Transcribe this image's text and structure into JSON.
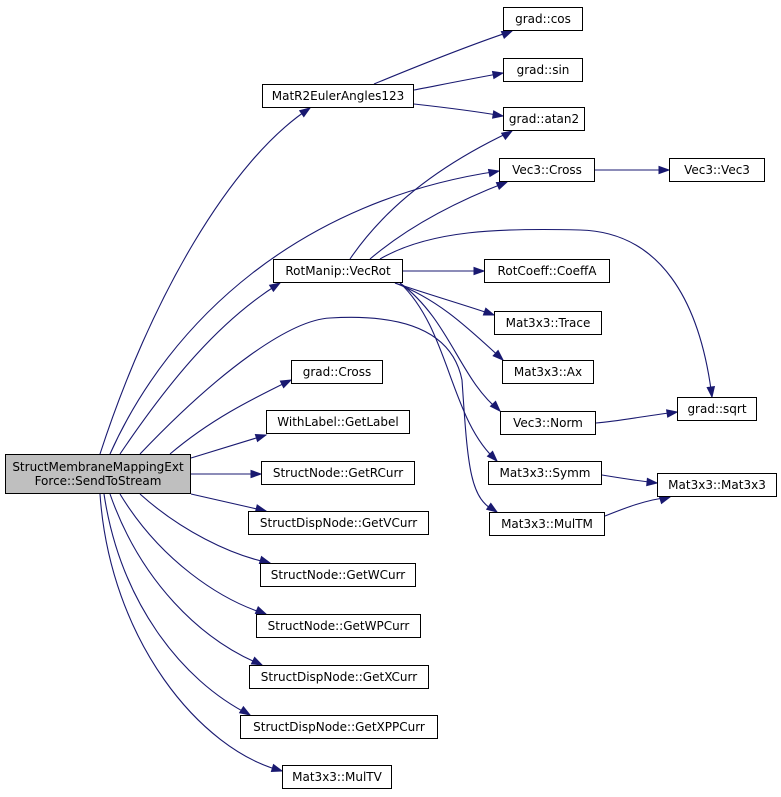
{
  "colors": {
    "edge": "#191970",
    "node_border": "#000000",
    "root_fill": "#bfbfbf",
    "node_fill": "#ffffff"
  },
  "root": {
    "line1": "StructMembraneMappingExt",
    "line2": "Force::SendToStream"
  },
  "nodes": {
    "mat_r2euler": "MatR2EulerAngles123",
    "grad_cos": "grad::cos",
    "grad_sin": "grad::sin",
    "grad_atan2": "grad::atan2",
    "vec3_cross": "Vec3::Cross",
    "vec3_vec3": "Vec3::Vec3",
    "rotmanip_vecrot": "RotManip::VecRot",
    "rotcoeff_coeffa": "RotCoeff::CoeffA",
    "mat3x3_trace": "Mat3x3::Trace",
    "mat3x3_ax": "Mat3x3::Ax",
    "grad_sqrt": "grad::sqrt",
    "vec3_norm": "Vec3::Norm",
    "grad_cross": "grad::Cross",
    "withlabel_getlabel": "WithLabel::GetLabel",
    "mat3x3_symm": "Mat3x3::Symm",
    "mat3x3_mat3x3": "Mat3x3::Mat3x3",
    "structnode_getrcurr": "StructNode::GetRCurr",
    "mat3x3_multm": "Mat3x3::MulTM",
    "structdispnode_getvcurr": "StructDispNode::GetVCurr",
    "structnode_getwcurr": "StructNode::GetWCurr",
    "structnode_getwpcurr": "StructNode::GetWPCurr",
    "structdispnode_getxcurr": "StructDispNode::GetXCurr",
    "structdispnode_getxppcurr": "StructDispNode::GetXPPCurr",
    "mat3x3_multv": "Mat3x3::MulTV"
  }
}
